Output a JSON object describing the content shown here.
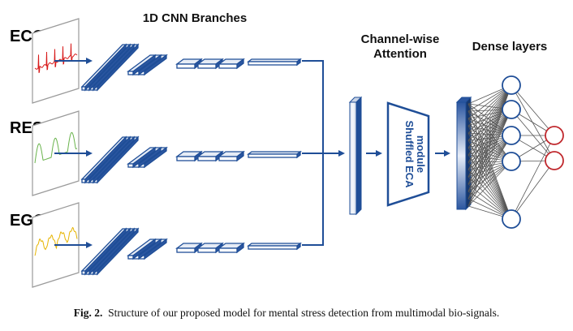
{
  "headers": {
    "cnn": "1D CNN Branches",
    "attention_line1": "Channel-wise",
    "attention_line2": "Attention",
    "dense": "Dense layers"
  },
  "signals": [
    {
      "label": "ECG",
      "color": "#d81b1b"
    },
    {
      "label": "RESP",
      "color": "#69b34c"
    },
    {
      "label": "EGG",
      "color": "#e6b400"
    }
  ],
  "module_text": [
    "Shuffled ECA",
    "module"
  ],
  "caption": {
    "prefix": "Fig. 2.",
    "text": "Structure of our proposed model for mental stress detection from multimodal bio-signals."
  },
  "colors": {
    "blue": "#1f4e97",
    "neuron_out": "#c0282d"
  }
}
